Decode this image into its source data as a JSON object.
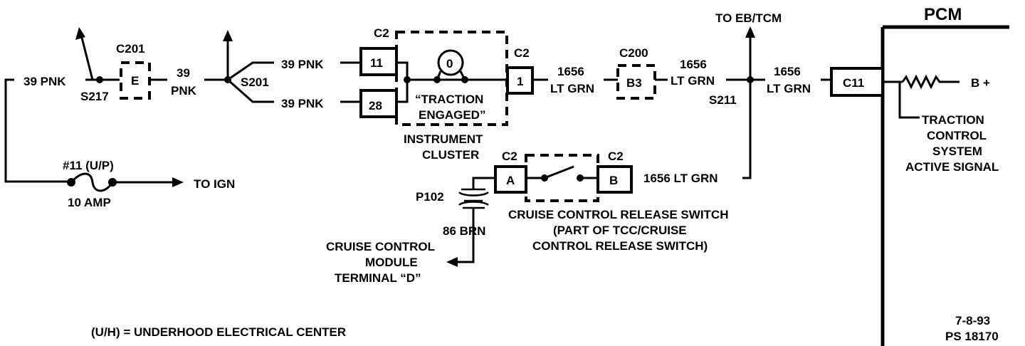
{
  "pcm": {
    "title": "PCM",
    "connector": "C11",
    "supply": "B +",
    "signal_lines": [
      "TRACTION",
      "CONTROL",
      "SYSTEM",
      "ACTIVE SIGNAL"
    ]
  },
  "left": {
    "wire_39pnk": "39 PNK",
    "splice_s217": "S217",
    "connector_c201": "C201",
    "c201_pin": "E",
    "wire_39_line1": "39",
    "wire_39_line2": "PNK",
    "splice_s201": "S201",
    "wire_upper": "39 PNK",
    "wire_lower": "39 PNK",
    "fuse_label": "#11 (U/P)",
    "fuse_rating": "10 AMP",
    "to_ign": "TO IGN"
  },
  "cluster": {
    "conn_c2_top": "C2",
    "pin_11": "11",
    "pin_28": "28",
    "lamp_symbol": "0",
    "lamp_text_line1": "“TRACTION",
    "lamp_text_line2": "ENGAGED”",
    "conn_c2_right": "C2",
    "pin_1": "1",
    "name_line1": "INSTRUMENT",
    "name_line2": "CLUSTER"
  },
  "middle": {
    "wire1_line1": "1656",
    "wire1_line2": "LT GRN",
    "conn_c200": "C200",
    "pin_b3": "B3",
    "wire2_line1": "1656",
    "wire2_line2": "LT GRN",
    "splice_s211": "S211",
    "to_eb_tcm": "TO EB/TCM",
    "wire3_line1": "1656",
    "wire3_line2": "LT GRN"
  },
  "cruise": {
    "conn_a_label": "C2",
    "pin_a": "A",
    "conn_b_label": "C2",
    "pin_b": "B",
    "wire_b": "1656 LT GRN",
    "p102": "P102",
    "wire_brn": "86 BRN",
    "switch_line1": "CRUISE CONTROL RELEASE SWITCH",
    "switch_line2": "(PART OF TCC/CRUISE",
    "switch_line3": "CONTROL RELEASE SWITCH)",
    "module_line1": "CRUISE CONTROL",
    "module_line2": "MODULE",
    "module_line3": "TERMINAL “D”"
  },
  "footer": {
    "legend": "(U/H) = UNDERHOOD ELECTRICAL CENTER",
    "date": "7-8-93",
    "ref": "PS 18170"
  },
  "colors": {
    "ink": "#000000",
    "background": "#ffffff"
  }
}
